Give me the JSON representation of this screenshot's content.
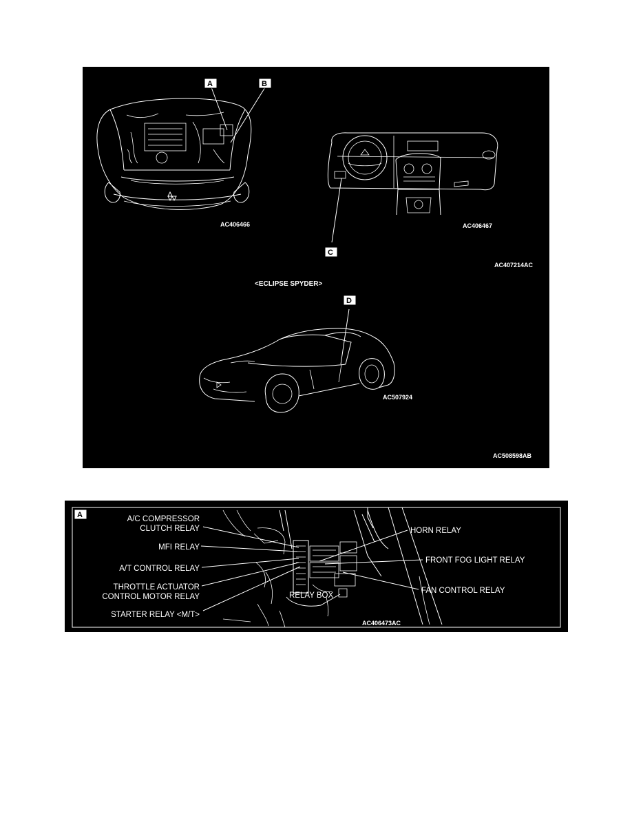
{
  "figure_top": {
    "callouts": {
      "a": "A",
      "b": "B",
      "c": "C",
      "d": "D"
    },
    "codes": {
      "engine": "AC406466",
      "dash": "AC406467",
      "top_group": "AC407214AC",
      "car": "AC507924",
      "figure": "AC508598AB"
    },
    "caption": "<ECLIPSE SPYDER>"
  },
  "figure_bottom": {
    "callout": "A",
    "left_labels": {
      "ac_line1": "A/C COMPRESSOR",
      "ac_line2": "CLUTCH RELAY",
      "mfi": "MFI RELAY",
      "at": "A/T CONTROL RELAY",
      "throttle_line1": "THROTTLE ACTUATOR",
      "throttle_line2": "CONTROL MOTOR RELAY",
      "starter": "STARTER RELAY <M/T>"
    },
    "right_labels": {
      "horn": "HORN RELAY",
      "fog": "FRONT FOG LIGHT RELAY",
      "fan": "FAN CONTROL RELAY"
    },
    "relay_box": "RELAY BOX",
    "code": "AC406473AC"
  }
}
